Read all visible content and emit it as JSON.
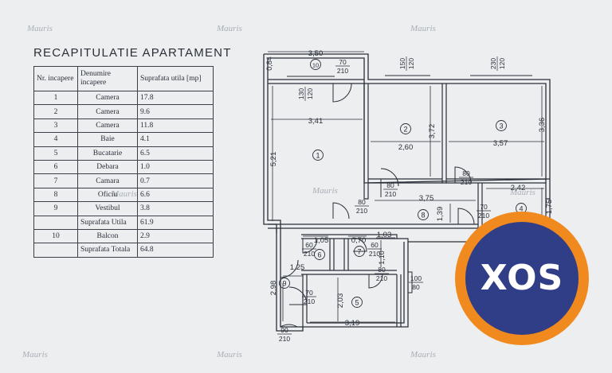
{
  "title": "RECAPITULATIE APARTAMENT",
  "watermark": "Mauris",
  "logo": {
    "text": "XOS",
    "ring_color": "#f08a1e",
    "fill_color": "#2f3e86"
  },
  "table": {
    "headers": [
      "Nr. incapere",
      "Denumire incapere",
      "Suprafata utila [mp]"
    ],
    "rows": [
      {
        "nr": "1",
        "name": "Camera",
        "area": "17.8"
      },
      {
        "nr": "2",
        "name": "Camera",
        "area": "9.6"
      },
      {
        "nr": "3",
        "name": "Camera",
        "area": "11.8"
      },
      {
        "nr": "4",
        "name": "Baie",
        "area": "4.1"
      },
      {
        "nr": "5",
        "name": "Bucatarie",
        "area": "6.5"
      },
      {
        "nr": "6",
        "name": "Debara",
        "area": "1.0"
      },
      {
        "nr": "7",
        "name": "Camara",
        "area": "0.7"
      },
      {
        "nr": "8",
        "name": "Oficiu",
        "area": "6.6"
      },
      {
        "nr": "9",
        "name": "Vestibul",
        "area": "3.8"
      },
      {
        "nr": "",
        "name": "Suprafata Utila",
        "area": "61.9"
      },
      {
        "nr": "10",
        "name": "Balcon",
        "area": "2.9"
      },
      {
        "nr": "",
        "name": "Suprafata Totala",
        "area": "64.8"
      }
    ]
  },
  "plan": {
    "dims": {
      "balcony_width": "3,50",
      "balcony_depth": "0,84",
      "room1_width": "3,41",
      "room1_height": "5,21",
      "room2_width": "2,60",
      "room2_height": "3,72",
      "room3_width": "3,57",
      "room3_height": "3,36",
      "hall_width": "3,75",
      "hall_height": "1,39",
      "bath_width": "2,42",
      "bath_height": "1,75",
      "storage6_width": "1,05",
      "pantry7_width": "0,70",
      "pantry7_height": "1,10",
      "pass_width": "1,03",
      "vestibule_width": "1,25",
      "vestibule_height": "2,98",
      "kitchen_height": "2,03",
      "kitchen_width": "3,19"
    },
    "windows": [
      "70/210",
      "130/120",
      "150/120",
      "230/120",
      "100/80"
    ],
    "doors": [
      "80/210",
      "80/210",
      "80/210",
      "70/210",
      "60/210",
      "60/210",
      "80/210",
      "70/210",
      "90/210"
    ],
    "rooms": [
      "1",
      "2",
      "3",
      "4",
      "5",
      "6",
      "7",
      "8",
      "9",
      "10"
    ]
  }
}
